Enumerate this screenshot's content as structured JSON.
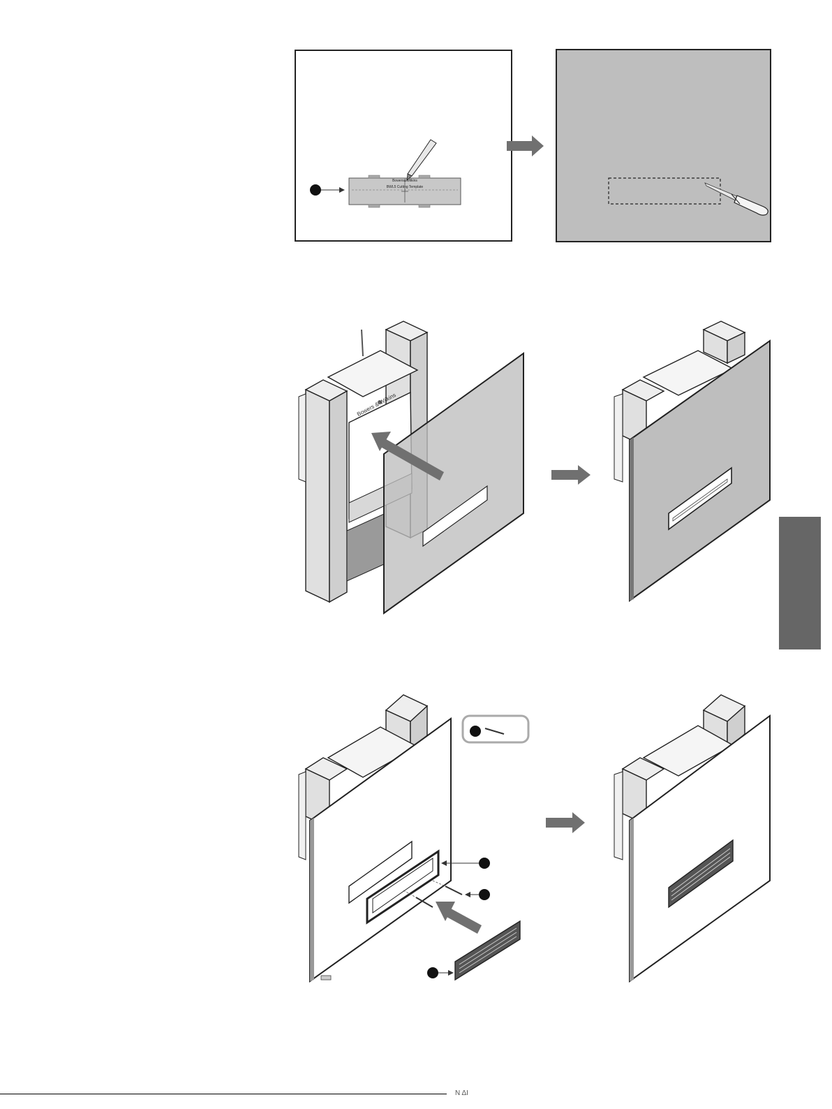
{
  "template": {
    "brand": "Bowers&Wilkins",
    "title": "BWL5 Cutting Template"
  },
  "box_brand": "Bowers & Wilkins",
  "footer": {
    "mark": "Ν ΔΙ"
  },
  "colors": {
    "panel_gray": "#bebebe",
    "arrow": "#707070",
    "tab": "#666666",
    "outline": "#222222",
    "stud": "#e4e4e4"
  },
  "icons": [
    "pencil-icon",
    "knife-icon",
    "screw-icon",
    "callout-dot-icon",
    "arrow-right-icon",
    "grille-icon"
  ]
}
